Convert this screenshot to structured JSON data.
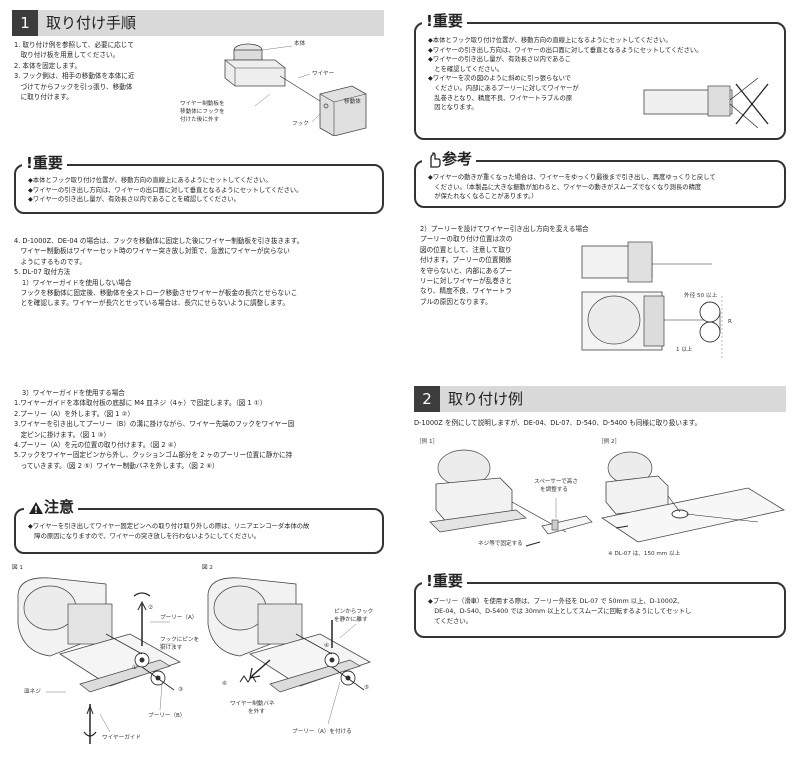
{
  "section1": {
    "number": "1",
    "title": "取り付け手順",
    "steps": [
      "1. 取り付け例を参照して、必要に応じて",
      "　取り付け板を用意してください。",
      "2. 本体を固定します。",
      "3. フック側は、相手の移動体を本体に近",
      "　づけてからフックを引っ張り、移動体",
      "　に取り付けます。"
    ],
    "diagram_labels": {
      "body": "本体",
      "wire": "ワイヤー",
      "moving_body": "移動体",
      "hook": "フック",
      "brake": "ワイヤー制動板を",
      "brake2": "移動体にフックを",
      "brake3": "付けた後に外す"
    }
  },
  "notice_left": {
    "heading": "重要",
    "items": [
      "◆本体とフック取り付け位置が、移動方向の直線上にあるようにセットしてください。",
      "◆ワイヤーの引き出し方向は、ワイヤーの出口面に対して垂直となるようにセットしてください。",
      "◆ワイヤーの引き出し量が、有効長さ以内であることを確認してください。"
    ]
  },
  "step4": [
    "4. D-1000Z、DE-04 の場合は、フックを移動体に固定した後にワイヤー制動板を引き抜きます。",
    "　ワイヤー制動板はワイヤーセット時のワイヤー突き放し対策で、急激にワイヤーが戻らない",
    "　ようにするものです。"
  ],
  "step5": {
    "title": "5. DL-07 取付方法",
    "sub1": "1）ワイヤーガイドを使用しない場合",
    "lines": [
      "　フックを移動体に固定後、移動体を全ストローク移動させワイヤーが板金の長穴とせらないこ",
      "　とを確認します。ワイヤーが長穴とせっている場合は、長穴にせらないように調整します。"
    ],
    "sub3": "3）ワイヤーガイドを使用する場合",
    "lines3": [
      "1.ワイヤーガイドを本体取付板の底部に M4 皿ネジ（4ヶ）で固定します。（図 1 ①）",
      "2.プーリー（A）を外します。（図 1 ②）",
      "3.ワイヤーを引き出してプーリー（B）の溝に掛けながら、ワイヤー先端のフックをワイヤー固",
      "　定ピンに掛けます。（図 1 ③）",
      "4.プーリー（A）を元の位置の取り付けます。（図 2 ④）",
      "5.フックをワイヤー固定ピンから外し、クッションゴム部分を 2 ヶのプーリー位置に静かに持",
      "　っていきます。（図 2 ⑤）ワイヤー制動バネを外します。（図 2 ⑥）"
    ]
  },
  "caution": {
    "heading": "注意",
    "lines": [
      "◆ワイヤーを引き出してワイヤー固定ピンへの取り付け取り外しの際は、リニアエンコーダ本体の故",
      "　障の原因になりますので、ワイヤーの突き放しを行わないようにしてください。"
    ]
  },
  "fig1": {
    "label": "図 1",
    "pulley_a": "プーリー（A）",
    "hook_pin": "フックにピンを",
    "hook_pin2": "掛けます",
    "pulley_b": "プーリー（B）",
    "screw": "皿ネジ",
    "wire_guide": "ワイヤーガイド",
    "n1": "①",
    "n2": "②",
    "n3": "③"
  },
  "fig2": {
    "label": "図 2",
    "pin_hook": "ピンからフック",
    "pin_hook2": "を静かに離す",
    "brake_spring": "ワイヤー制動バネ",
    "brake_spring2": "を外す",
    "pulley_a": "プーリー（A）を付ける",
    "n4": "④",
    "n5": "⑤",
    "n6": "⑥"
  },
  "notice_right": {
    "heading": "重要",
    "items": [
      "◆本体とフック取り付け位置が、移動方向の直線上になるようにセットしてください。",
      "◆ワイヤーの引き出し方向は、ワイヤーの出口面に対して垂直となるようにセットしてください。",
      "◆ワイヤーの引き出し量が、有効長さ以内であるこ",
      "　とを確認してください。",
      "◆ワイヤーを次の図のように斜めに引っ張らないで",
      "　ください。内部にあるプーリーに対してワイヤーが",
      "　乱巻きとなり、精度不良、ワイヤートラブルの原",
      "　因となります。"
    ]
  },
  "reference": {
    "heading": "参考",
    "lines": [
      "◆ワイヤーの動きが重くなった場合は、ワイヤーをゆっくり最後まで引き出し、再度ゆっくりと戻して",
      "　ください。（本製品に大きな振動が加わると、ワイヤーの動きがスムーズでなくなり測長の精度",
      "　が保たれなくなることがあります。）"
    ]
  },
  "pulley_note": {
    "title": "2）プーリーを設けてワイヤー引き出し方向を変える場合",
    "lines": [
      "プーリーの取り付け位置は次の",
      "図の位置として、注意して取り",
      "付けます。プーリーの位置関係",
      "を守らないと、内部にあるプー",
      "リーに対しワイヤーが乱巻きと",
      "なり、精度不良、ワイヤートラ",
      "ブルの原因となります。"
    ],
    "dim1": "外径 50 以上",
    "dim2": "1 以上",
    "dim3": "R"
  },
  "section2": {
    "number": "2",
    "title": "取り付け例",
    "intro": "D-1000Z を例にして説明しますが、DE-04、DL-07、D-540、D-5400 も同様に取り扱います。",
    "ex1": "［例 1］",
    "ex2": "［例 2］",
    "spacer": "スペーサーで高さ",
    "spacer2": "を調整する",
    "screw_fix": "ネジ等で固定する",
    "dl07_note": "※ DL-07 は、150 mm 以上"
  },
  "notice_bottom": {
    "heading": "重要",
    "lines": [
      "◆プーリー（滑車）を使用する際は、プーリー外径を DL-07 で 50mm 以上、D-1000Z、",
      "　DE-04、D-540、D-5400 では 30mm 以上としてスムーズに回転するようにしてセットし",
      "　てください。"
    ]
  }
}
